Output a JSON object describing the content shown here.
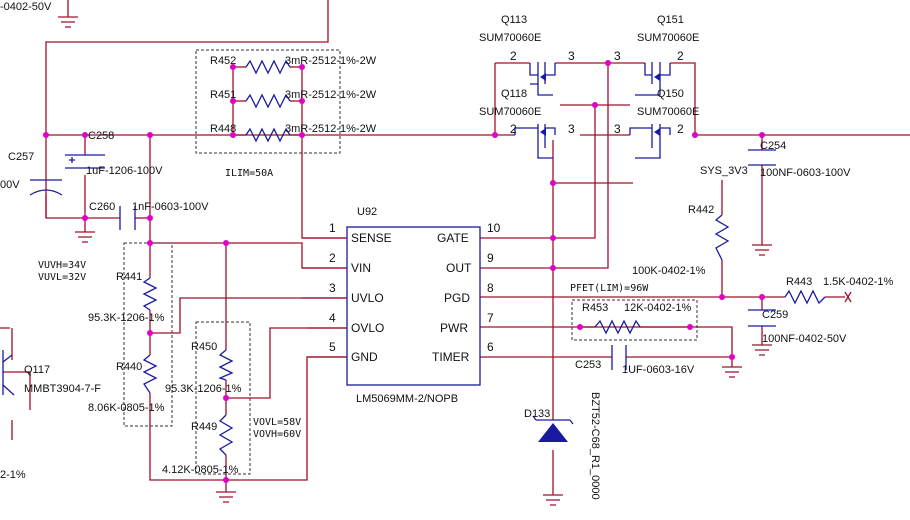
{
  "colors": {
    "wire": "#a0102a",
    "part": "#1a1aa0",
    "junction": "#e000c8"
  },
  "top_left_label": "-0402-50V",
  "ic": {
    "ref": "U92",
    "part": "LM5069MM-2/NOPB",
    "pins_left": [
      {
        "num": "1",
        "name": "SENSE"
      },
      {
        "num": "2",
        "name": "VIN"
      },
      {
        "num": "3",
        "name": "UVLO"
      },
      {
        "num": "4",
        "name": "OVLO"
      },
      {
        "num": "5",
        "name": "GND"
      }
    ],
    "pins_right": [
      {
        "num": "10",
        "name": "GATE"
      },
      {
        "num": "9",
        "name": "OUT"
      },
      {
        "num": "8",
        "name": "PGD"
      },
      {
        "num": "7",
        "name": "PWR"
      },
      {
        "num": "6",
        "name": "TIMER"
      }
    ]
  },
  "mosfets": {
    "q113": {
      "ref": "Q113",
      "part": "SUM70060E"
    },
    "q151": {
      "ref": "Q151",
      "part": "SUM70060E"
    },
    "q118": {
      "ref": "Q118",
      "part": "SUM70060E"
    },
    "q150": {
      "ref": "Q150",
      "part": "SUM70060E"
    },
    "pins": {
      "two": "2",
      "three": "3"
    }
  },
  "sense": [
    {
      "ref": "R452",
      "value": "3mR-2512-1%-2W"
    },
    {
      "ref": "R451",
      "value": "3mR-2512-1%-2W"
    },
    {
      "ref": "R448",
      "value": "3mR-2512-1%-2W"
    }
  ],
  "ilim": "ILIM=50A",
  "caps": {
    "c257": {
      "ref": "C257",
      "value": "00V"
    },
    "c258": {
      "ref": "C258",
      "value": "1uF-1206-100V"
    },
    "c260": {
      "ref": "C260",
      "value": "1nF-0603-100V"
    },
    "c254": {
      "ref": "C254",
      "value": "100NF-0603-100V"
    },
    "c259": {
      "ref": "C259",
      "value": "100NF-0402-50V"
    },
    "c253": {
      "ref": "C253",
      "value": "1UF-0603-16V"
    }
  },
  "uv": {
    "vuvh": "VUVH=34V",
    "vuvl": "VUVL=32V"
  },
  "ov": {
    "vovl": "VOVL=58V",
    "vovh": "VOVH=60V"
  },
  "res": {
    "r441": {
      "ref": "R441",
      "value": "95.3K-1206-1%"
    },
    "r440": {
      "ref": "R440",
      "value": "8.06K-0805-1%"
    },
    "r450": {
      "ref": "R450",
      "value": "95.3K-1206-1%"
    },
    "r449": {
      "ref": "R449",
      "value": "4.12K-0805-1%"
    },
    "r442": {
      "ref": "R442",
      "value": "100K-0402-1%"
    },
    "r443": {
      "ref": "R443",
      "value": "1.5K-0402-1%"
    },
    "r453": {
      "ref": "R453",
      "value": "12K-0402-1%"
    }
  },
  "q117": {
    "ref": "Q117",
    "part": "MMBT3904-7-F"
  },
  "left_bottom_label": "2-1%",
  "sys_rail": "SYS_3V3",
  "pfet": "PFET(LIM)=96W",
  "d133": {
    "ref": "D133",
    "part": "BZT52-C68_R1_0000"
  }
}
